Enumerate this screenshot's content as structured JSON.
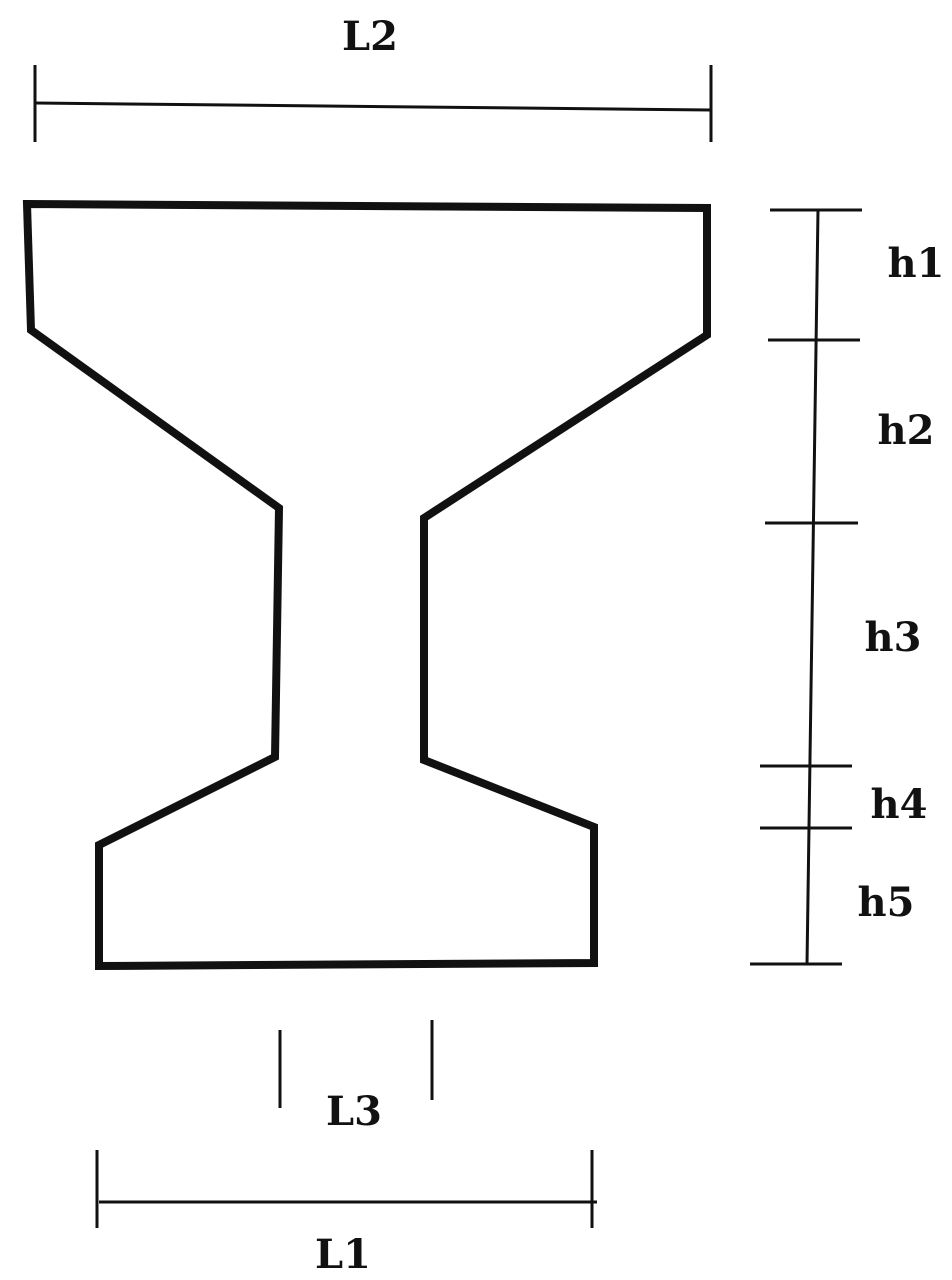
{
  "diagram": {
    "labels": {
      "L1": "L1",
      "L2": "L2",
      "L3": "L3",
      "h1": "h1",
      "h2": "h2",
      "h3": "h3",
      "h4": "h4",
      "h5": "h5"
    },
    "colors": {
      "stroke": "#111111",
      "background": "#ffffff"
    }
  }
}
